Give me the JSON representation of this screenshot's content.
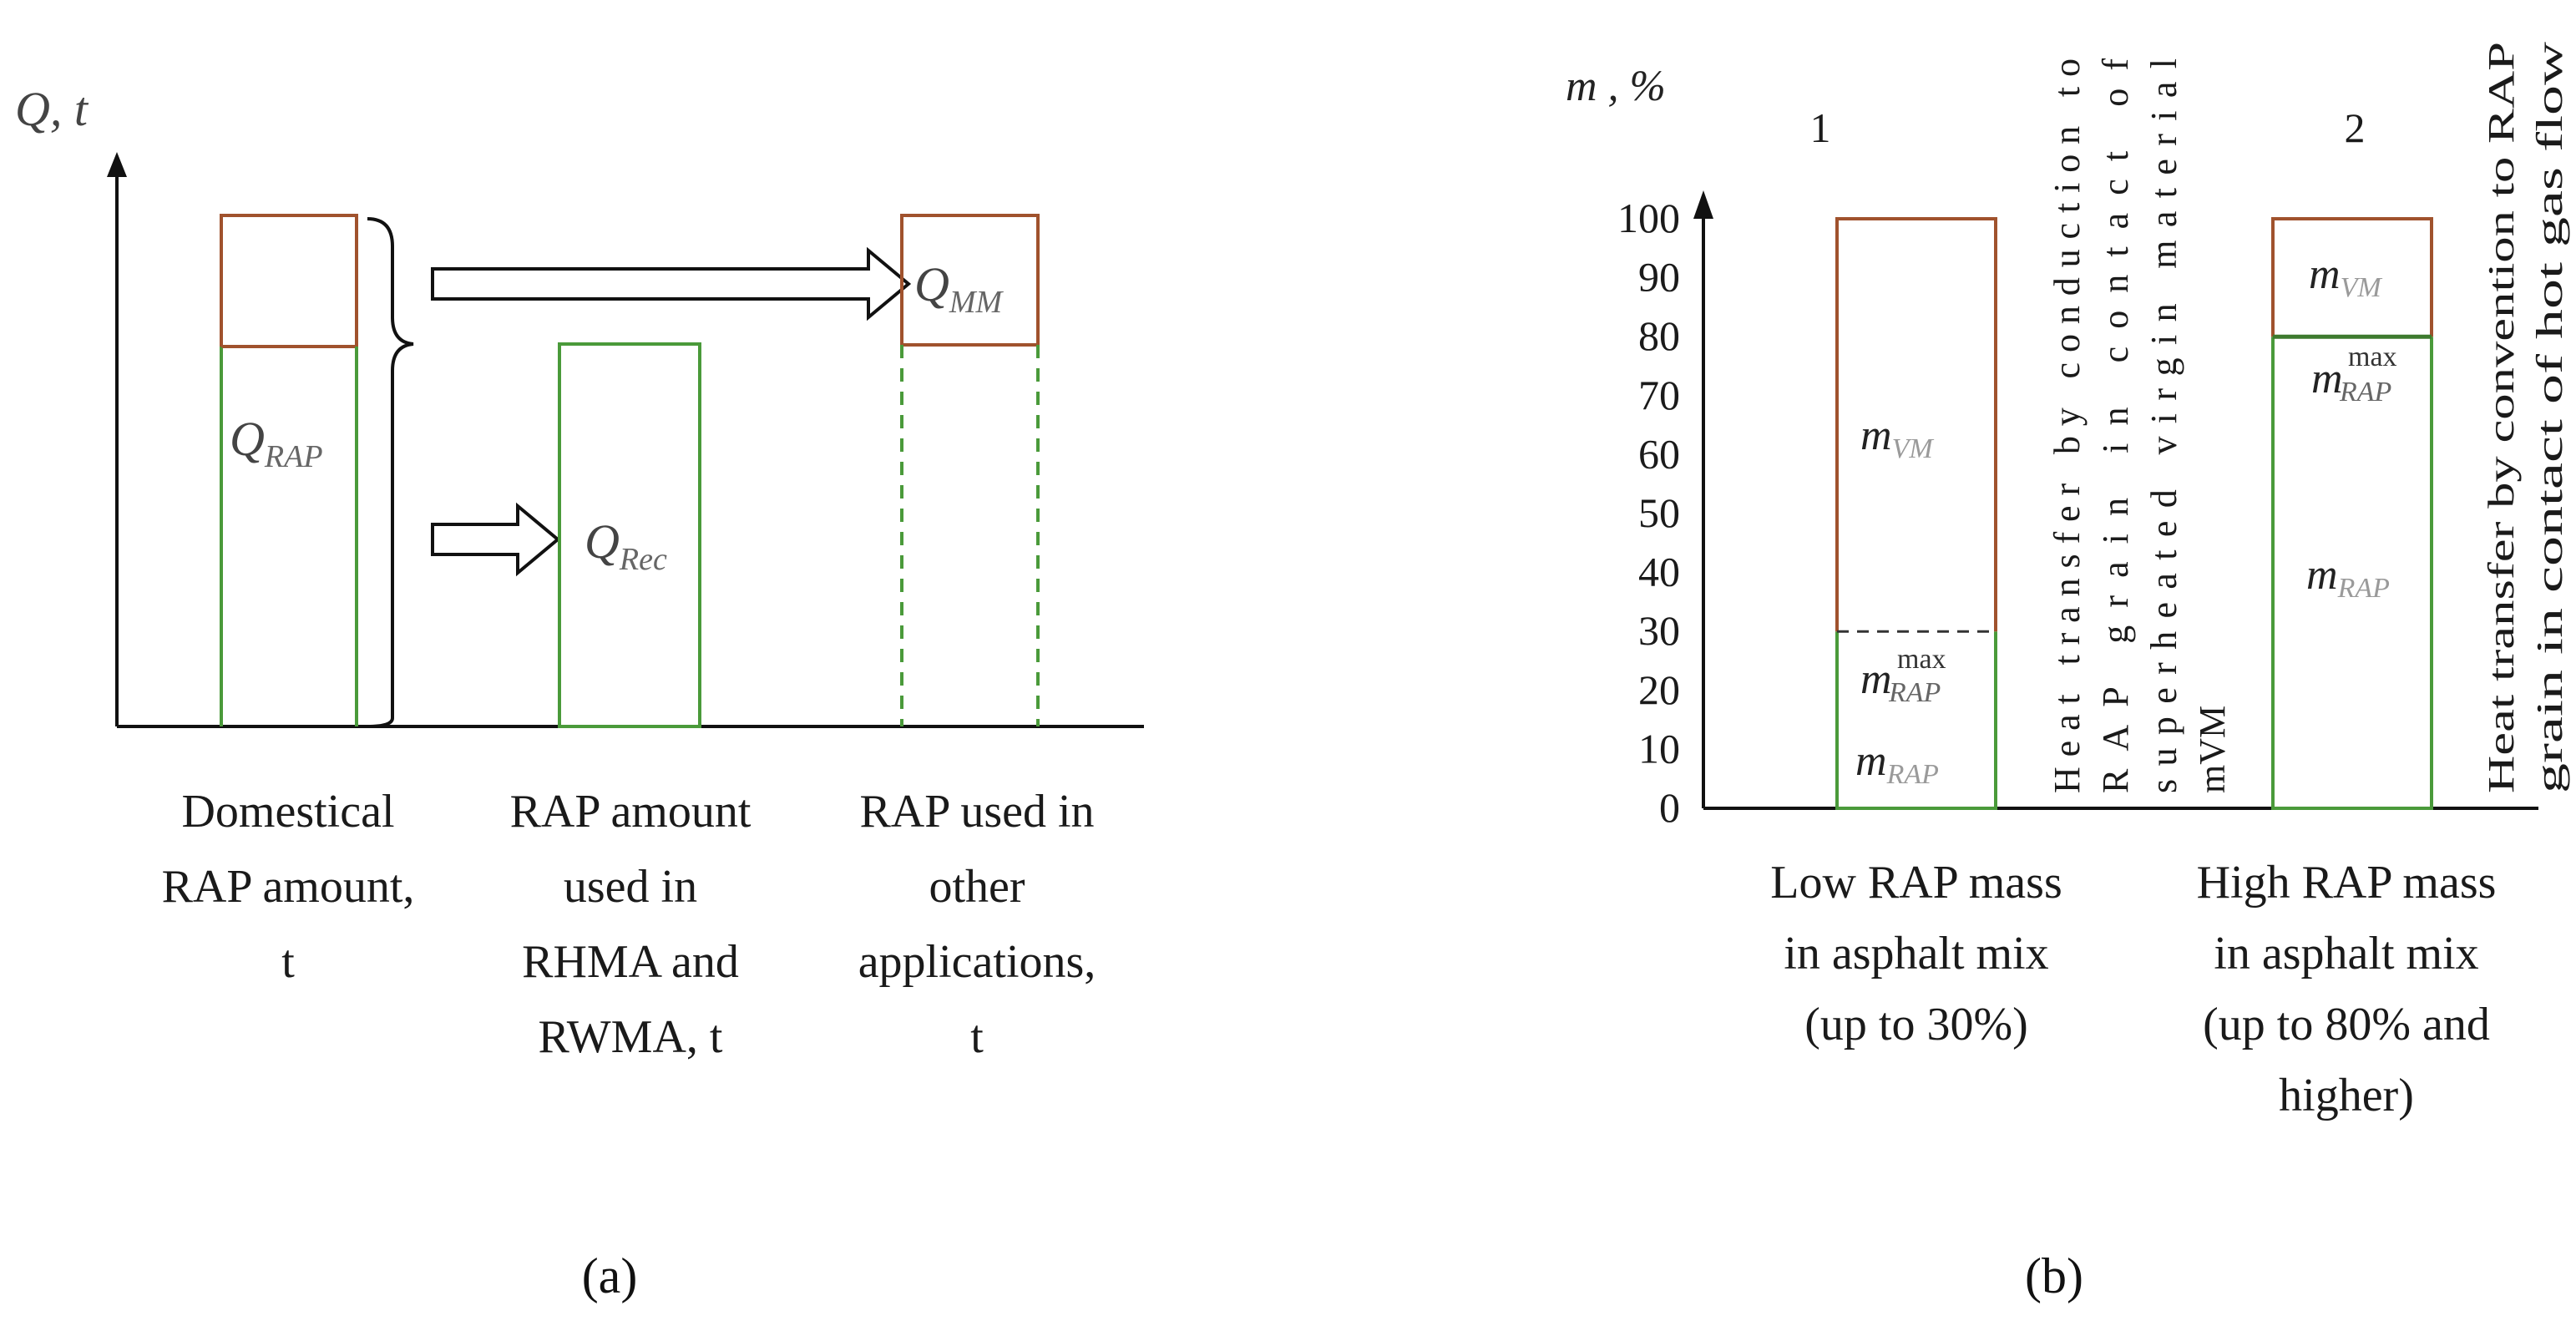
{
  "panel_a": {
    "y_axis_label": "Q, t",
    "q_rap": {
      "main": "Q",
      "sub": "RAP"
    },
    "q_rec": {
      "main": "Q",
      "sub": "Rec"
    },
    "q_mm": {
      "main": "Q",
      "sub": "MM"
    },
    "categories": [
      {
        "lines": [
          "Domestical",
          "RAP amount,",
          "t"
        ]
      },
      {
        "lines": [
          "RAP amount",
          "used in",
          "RHMA and",
          "RWMA, t"
        ]
      },
      {
        "lines": [
          "RAP used in",
          "other",
          "applications,",
          "t"
        ]
      }
    ],
    "caption": "(a)",
    "colors": {
      "rap": "#4a9a3a",
      "virgin": "#a0522d"
    }
  },
  "panel_b": {
    "y_axis_label": "m , %",
    "ticks": [
      "0",
      "10",
      "20",
      "30",
      "40",
      "50",
      "60",
      "70",
      "80",
      "90",
      "100"
    ],
    "bar_numbers": [
      "1",
      "2"
    ],
    "m_vm": {
      "main": "m",
      "sub": "VM"
    },
    "m_rap": {
      "main": "m",
      "sub": "RAP"
    },
    "m_rap_max": {
      "main": "m",
      "sub": "RAP",
      "sup": "max"
    },
    "text_1": [
      "Heat transfer by conduction to",
      "RAP grain in contact of",
      "superheated virgin material",
      "mVM"
    ],
    "text_2": [
      "Heat transfer by convention to RAP",
      "grain in contact of hot gas flow"
    ],
    "categories": [
      {
        "lines": [
          "Low RAP mass",
          "in asphalt mix",
          "(up to 30%)"
        ]
      },
      {
        "lines": [
          "High RAP mass",
          "in asphalt mix",
          "(up to 80% and",
          "higher)"
        ]
      }
    ],
    "caption": "(b)",
    "colors": {
      "rap": "#4a9a3a",
      "virgin": "#a0522d"
    }
  },
  "chart_data": {
    "type": "bar",
    "stacked": true,
    "categories": [
      "1",
      "2"
    ],
    "series": [
      {
        "name": "mRAP",
        "values": [
          30,
          80
        ]
      },
      {
        "name": "mVM",
        "values": [
          70,
          20
        ]
      }
    ],
    "ylabel": "m , %",
    "ylim": [
      0,
      100
    ],
    "yticks": [
      0,
      10,
      20,
      30,
      40,
      50,
      60,
      70,
      80,
      90,
      100
    ]
  }
}
